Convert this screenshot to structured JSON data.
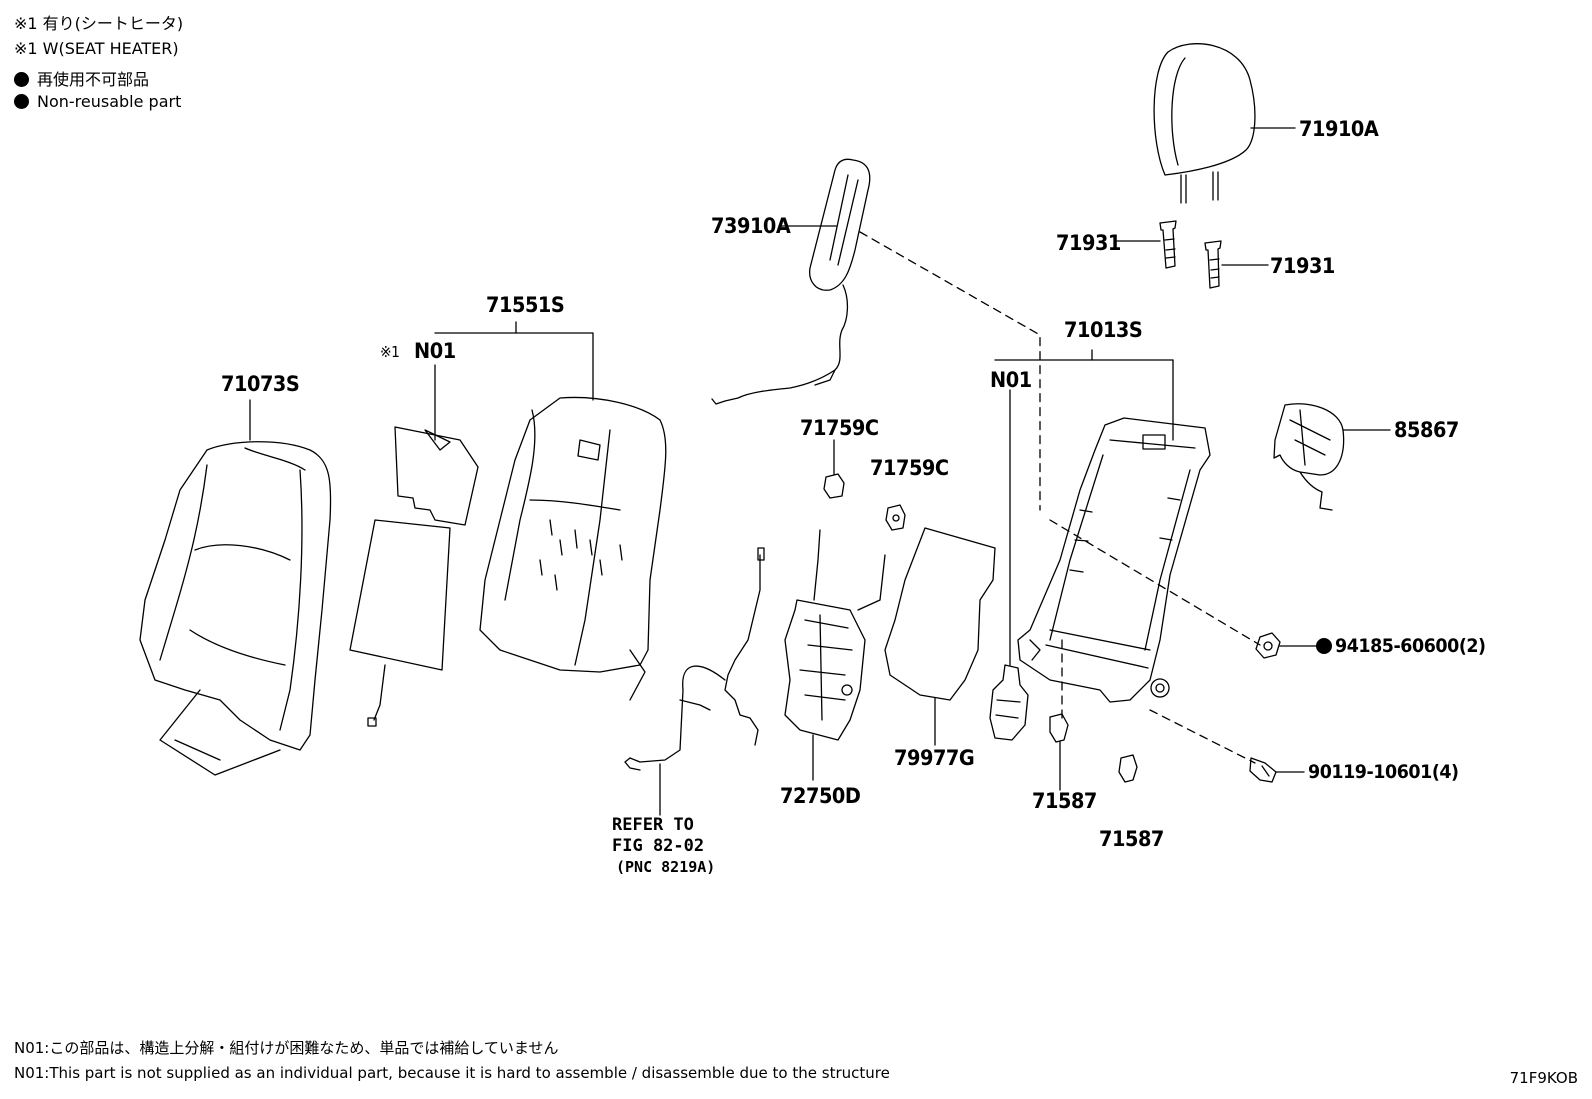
{
  "legend": {
    "heater_jp": "※1 有り(シートヒータ)",
    "heater_en": "※1 W(SEAT HEATER)",
    "nonreuse_jp": "再使用不可部品",
    "nonreuse_en": "Non-reusable part"
  },
  "parts": {
    "p71910A": "71910A",
    "p73910A": "73910A",
    "p71931a": "71931",
    "p71931b": "71931",
    "p71551S": "71551S",
    "p71013S": "71013S",
    "p71073S": "71073S",
    "n01_left_mark": "※1",
    "n01_left": "N01",
    "n01_right": "N01",
    "p85867": "85867",
    "p71759Ca": "71759C",
    "p71759Cb": "71759C",
    "p94185": "94185-60600(2)",
    "p72750D": "72750D",
    "p79977G": "79977G",
    "p90119": "90119-10601(4)",
    "p71587a": "71587",
    "p71587b": "71587"
  },
  "refer": {
    "line1": "REFER TO",
    "line2": "FIG 82-02",
    "line3": "(PNC 8219A)"
  },
  "footnotes": {
    "jp": "N01:この部品は、構造上分解・組付けが困難なため、単品では補給していません",
    "en": "N01:This part is not supplied as an individual part, because it is hard to assemble / disassemble due to the structure"
  },
  "illustration_code": "71F9KOB"
}
